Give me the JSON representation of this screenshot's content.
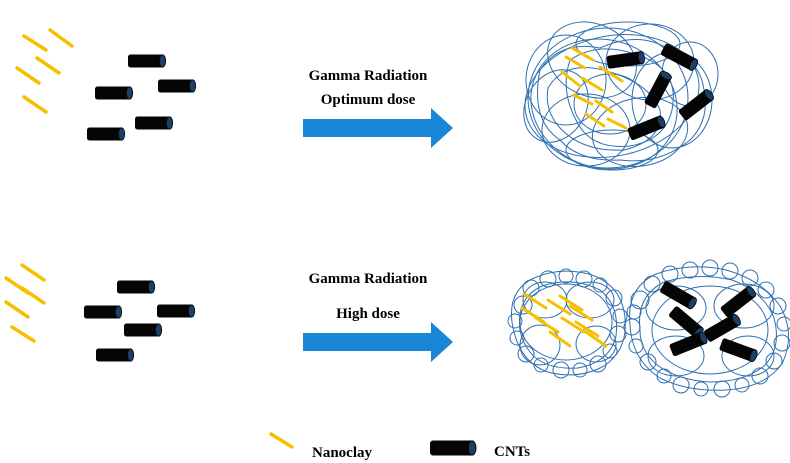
{
  "rows": [
    {
      "arrow_line1": "Gamma Radiation",
      "arrow_line2": "Optimum dose"
    },
    {
      "arrow_line1": "Gamma Radiation",
      "arrow_line2": "High dose"
    }
  ],
  "legend": {
    "nanoclay_label": "Nanoclay",
    "cnt_label": "CNTs"
  },
  "colors": {
    "nanoclay": "#f5c000",
    "cnt_body": "#050505",
    "cnt_end": "#1c3f66",
    "arrow": "#1a86d6",
    "network": "#2f6fb0"
  }
}
